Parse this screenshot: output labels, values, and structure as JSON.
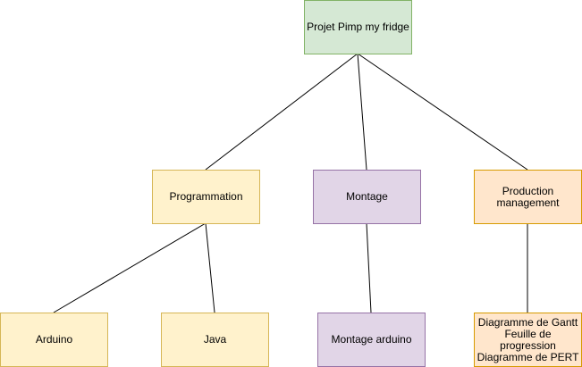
{
  "nodes": {
    "root": "Projet Pimp my fridge",
    "programmation": "Programmation",
    "montage": "Montage",
    "production": "Production\nmanagement",
    "arduino": "Arduino",
    "java": "Java",
    "montage_arduino": "Montage arduino",
    "docs": "Diagramme de Gantt\nFeuille de\nprogression\nDiagramme de PERT"
  },
  "colors": {
    "green_fill": "#d5e8d4",
    "green_stroke": "#82b366",
    "yellow_fill": "#fff2cc",
    "yellow_stroke": "#d6b656",
    "purple_fill": "#e1d5e7",
    "purple_stroke": "#9673a6",
    "orange_fill": "#ffe6cc",
    "orange_stroke": "#d79b00",
    "edge": "#000000"
  }
}
